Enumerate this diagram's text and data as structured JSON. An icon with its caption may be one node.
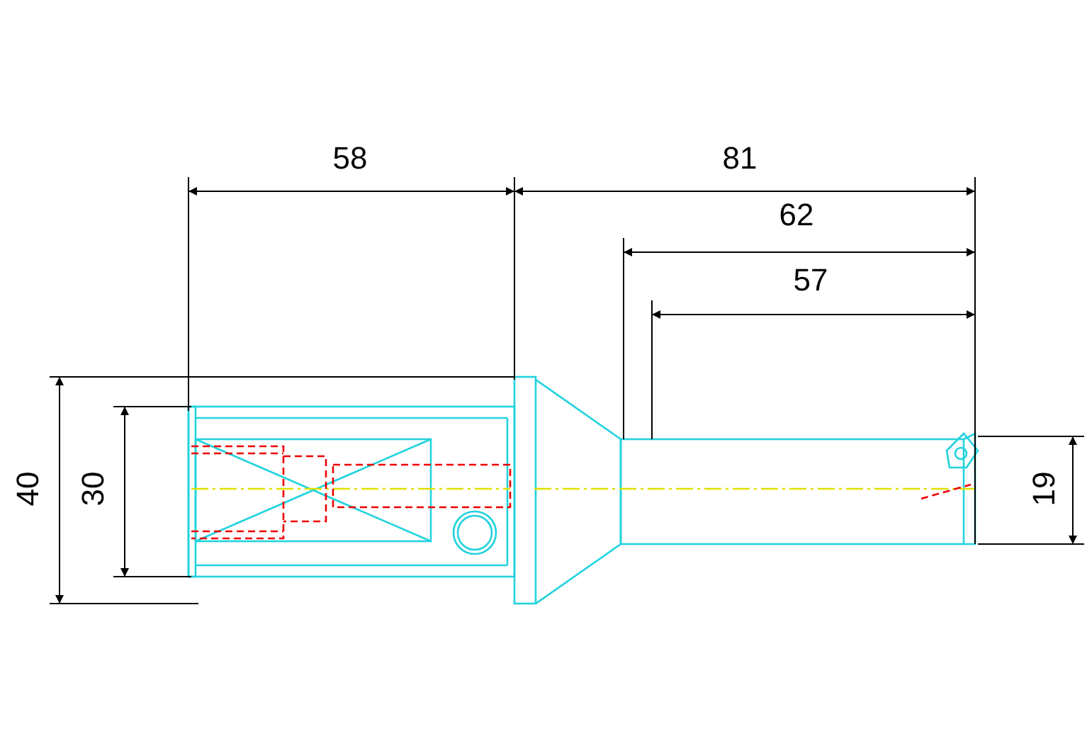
{
  "diagram": {
    "labels": [
      "58",
      "81",
      "62",
      "57",
      "40",
      "30",
      "19"
    ]
  }
}
